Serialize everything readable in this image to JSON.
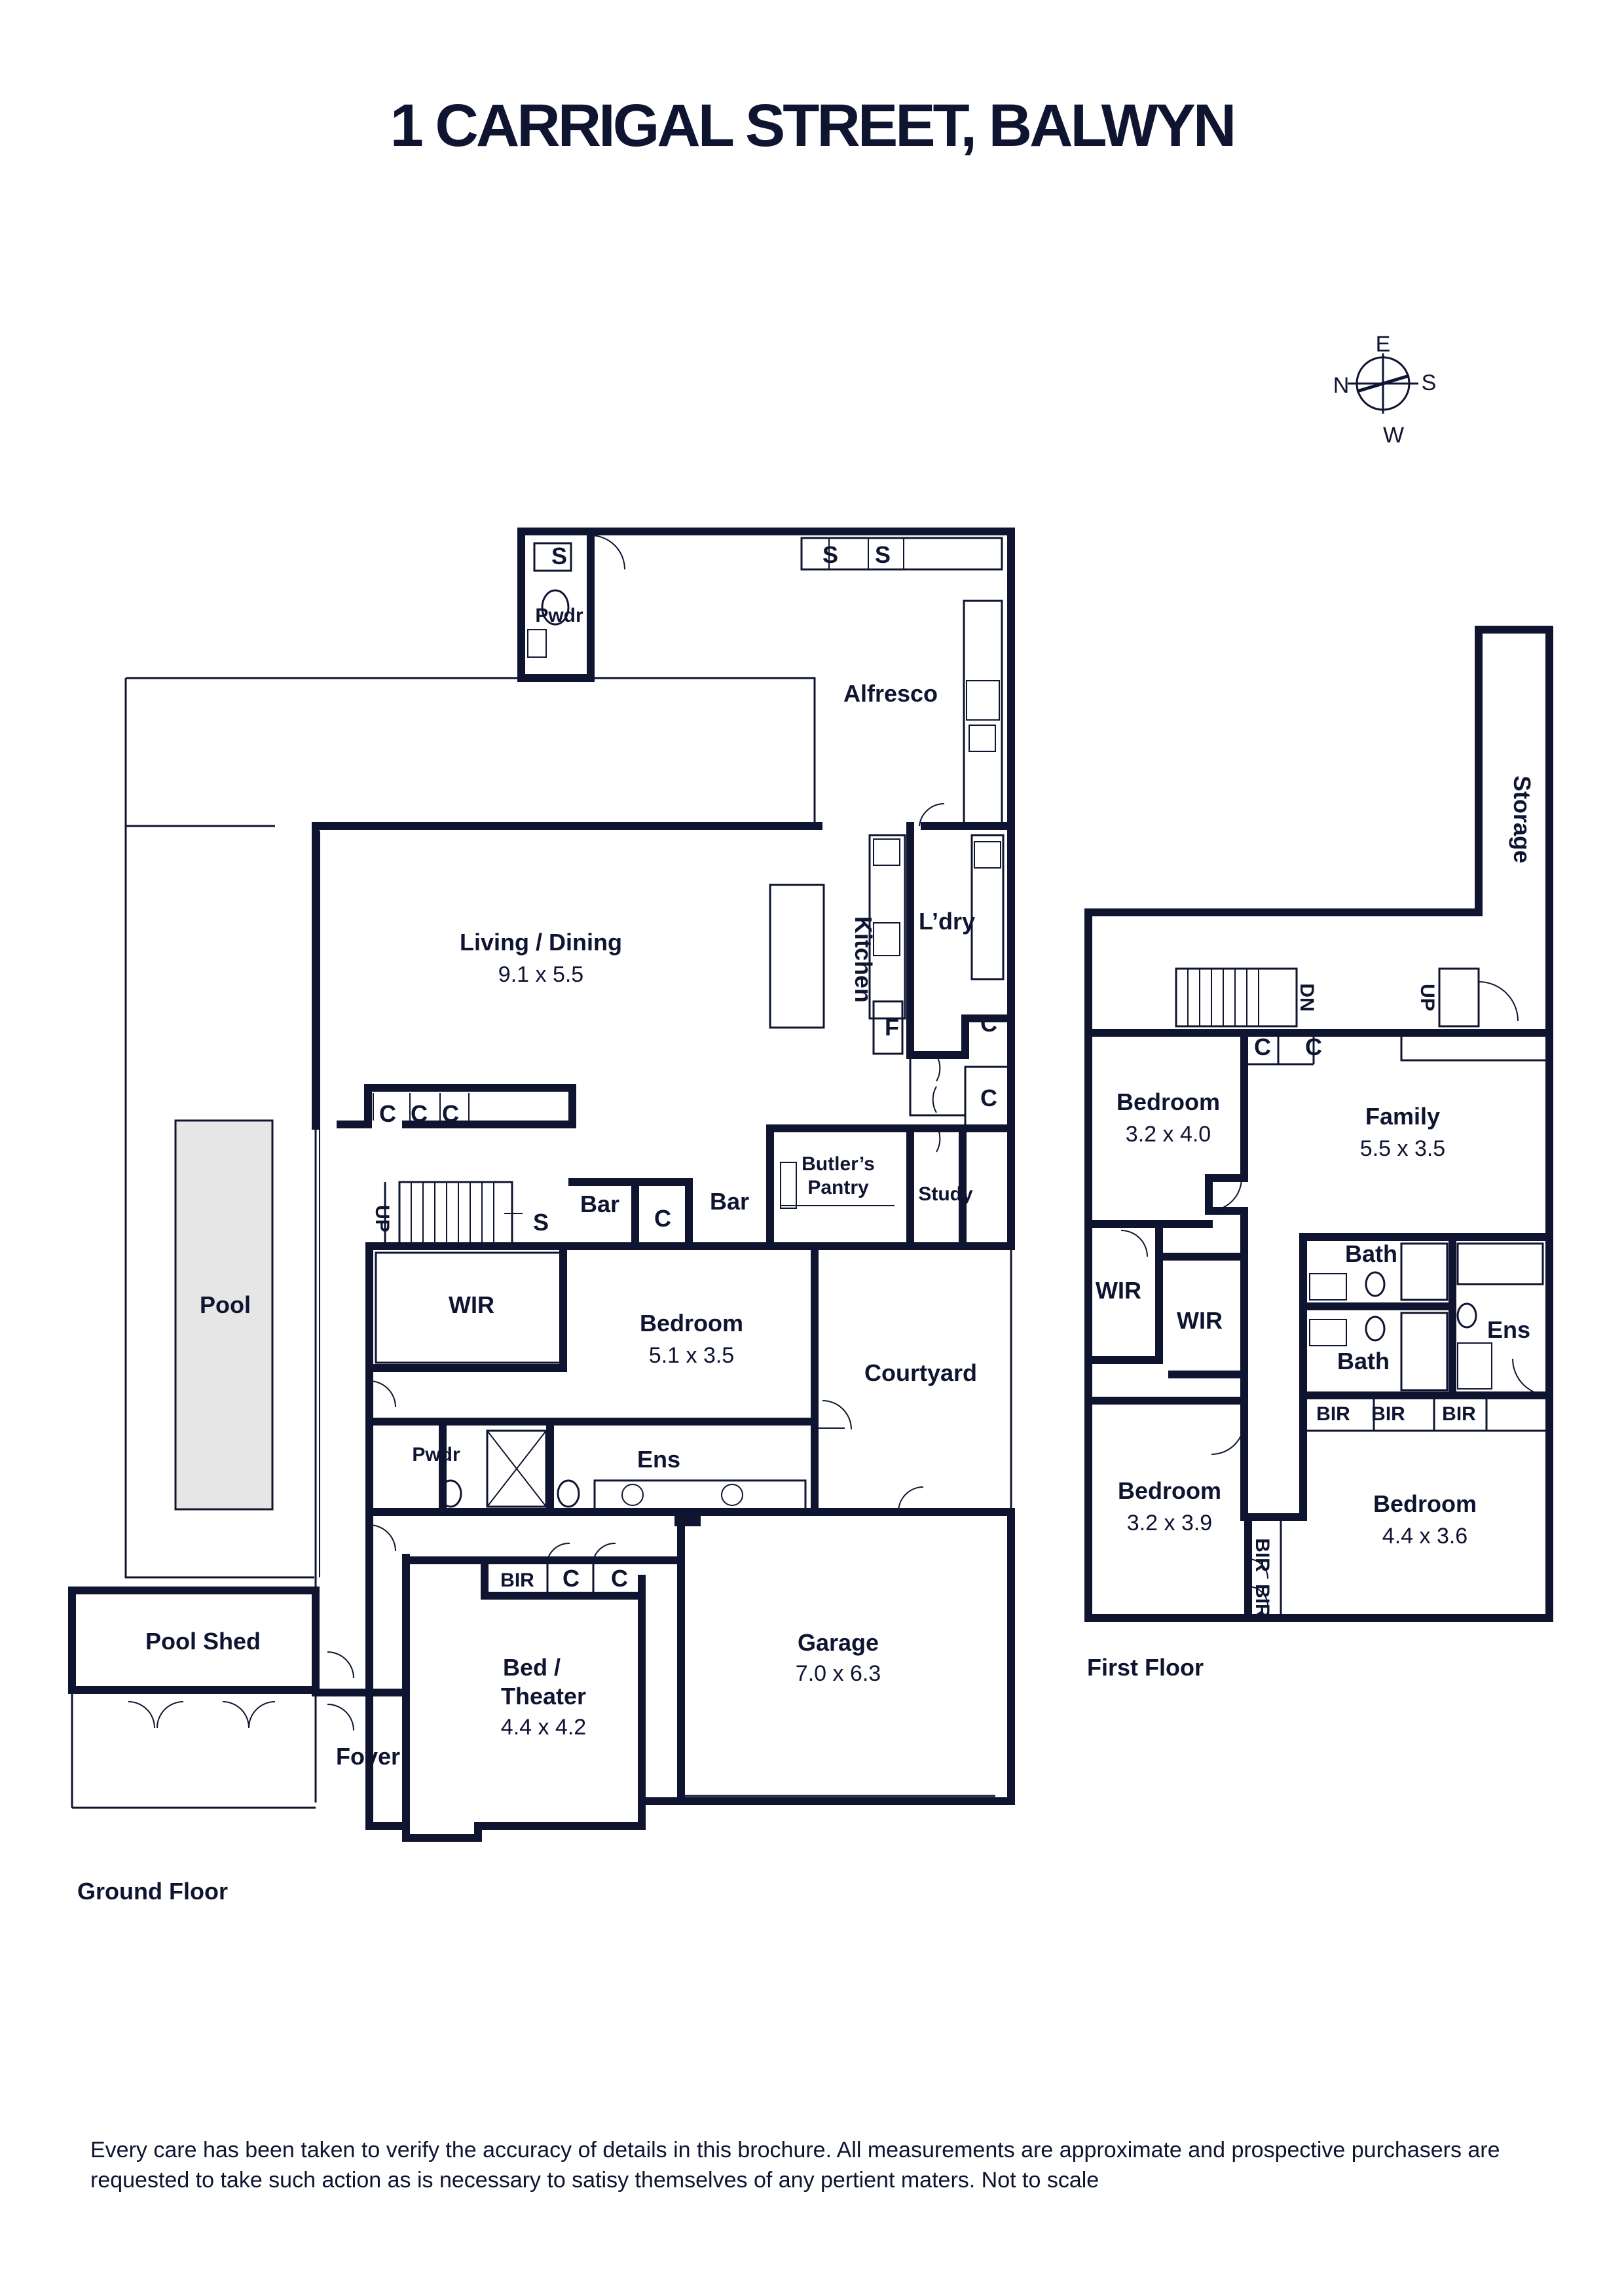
{
  "title": "1 CARRIGAL STREET, BALWYN",
  "compass": {
    "north": "N",
    "east": "E",
    "south": "S",
    "west": "W"
  },
  "ground_floor": {
    "label": "Ground Floor",
    "rooms": {
      "alfresco": "Alfresco",
      "pwdr_top": "Pwdr",
      "s_top1": "S",
      "s_top2": "S",
      "s_top3": "S",
      "living_dining": "Living / Dining",
      "living_dining_dim": "9.1 x 5.5",
      "kitchen": "Kitchen",
      "laundry": "L’dry",
      "fridge": "F",
      "c_laundry1": "C",
      "c_laundry2": "C",
      "c_living1": "C",
      "c_living2": "C",
      "c_living3": "C",
      "pool": "Pool",
      "up": "UP",
      "s_stair": "S",
      "bar1": "Bar",
      "c_bar": "C",
      "bar2": "Bar",
      "butlers_pantry_1": "Butler’s",
      "butlers_pantry_2": "Pantry",
      "study": "Study",
      "wir": "WIR",
      "bedroom": "Bedroom",
      "bedroom_dim": "5.1 x 3.5",
      "courtyard": "Courtyard",
      "pwdr": "Pwdr",
      "ens": "Ens",
      "pool_shed": "Pool Shed",
      "bir": "BIR",
      "c_bed1": "C",
      "c_bed2": "C",
      "bed_theater_1": "Bed /",
      "bed_theater_2": "Theater",
      "bed_theater_dim": "4.4 x 4.2",
      "garage": "Garage",
      "garage_dim": "7.0 x 6.3",
      "foyer": "Foyer"
    }
  },
  "first_floor": {
    "label": "First Floor",
    "rooms": {
      "storage": "Storage",
      "dn": "DN",
      "up": "UP",
      "c1": "C",
      "c2": "C",
      "bedroom1": "Bedroom",
      "bedroom1_dim": "3.2 x 4.0",
      "family": "Family",
      "family_dim": "5.5 x 3.5",
      "wir1": "WIR",
      "wir2": "WIR",
      "bath1": "Bath",
      "bath2": "Bath",
      "ens": "Ens",
      "bir1": "BIR",
      "bir2": "BIR",
      "bir3": "BIR",
      "bir4": "BIR",
      "bir5": "BIR",
      "bedroom2": "Bedroom",
      "bedroom2_dim": "3.2 x 3.9",
      "bedroom3": "Bedroom",
      "bedroom3_dim": "4.4 x 3.6"
    }
  },
  "disclaimer": "Every care has been taken to verify the accuracy of details in this brochure. All measurements are approximate and prospective purchasers are requested to take such action as is necessary to satisy themselves of any pertient maters. Not to scale",
  "colors": {
    "ink": "#0f1430",
    "pool": "#e6e6e6"
  }
}
